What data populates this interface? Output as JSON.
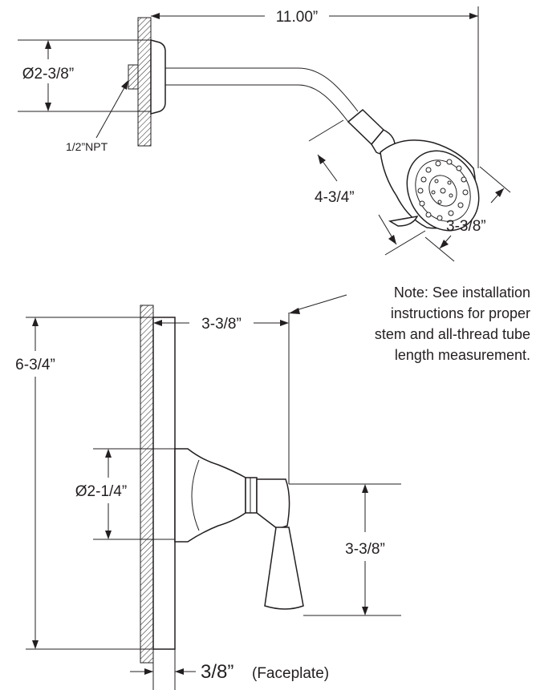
{
  "shower_arm": {
    "arm_length": "11.00”",
    "flange_diameter": "Ø2-3/8”",
    "thread": "1/2”NPT",
    "head_projection": "4-3/4”",
    "head_diameter": "3-3/8”"
  },
  "valve_trim": {
    "note_lines": [
      "Note: See installation",
      "instructions for proper",
      "stem and all-thread tube",
      "length measurement."
    ],
    "projection": "3-3/8”",
    "plate_height": "6-3/4”",
    "escutcheon_diameter": "Ø2-1/4”",
    "handle_height": "3-3/8”",
    "faceplate_thickness": "3/8”",
    "faceplate_label": "(Faceplate)"
  }
}
